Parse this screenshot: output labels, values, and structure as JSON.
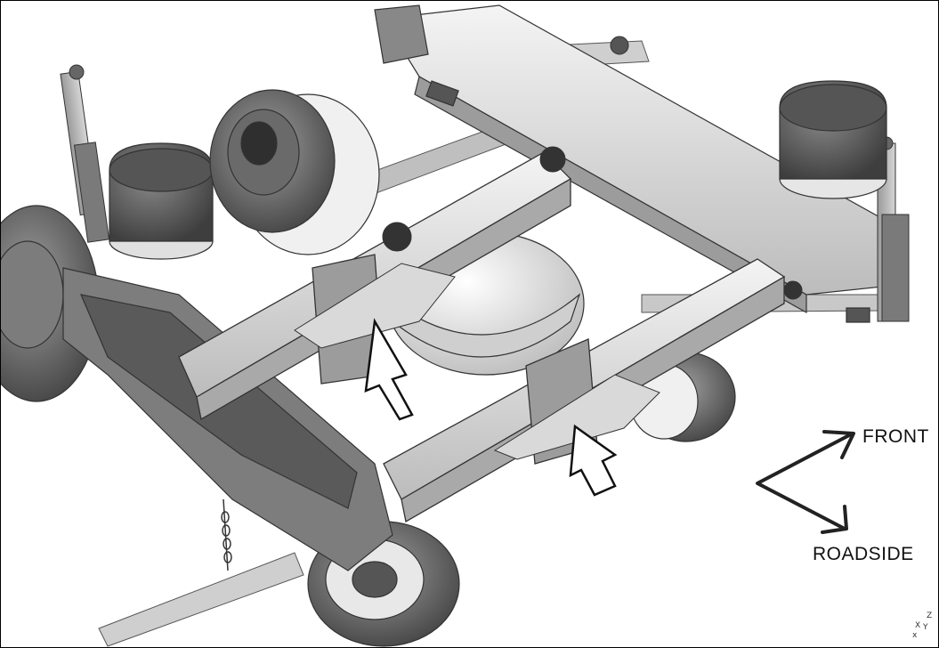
{
  "labels": {
    "front": "FRONT",
    "roadside": "ROADSIDE"
  },
  "axis_triad": {
    "z": "Z",
    "x": "X",
    "y": "Y",
    "x2": "x"
  },
  "colors": {
    "frame": "#000000",
    "metal_light": "#e6e6e6",
    "metal_mid": "#bdbdbd",
    "metal_dark": "#6e6e6e",
    "rubber": "#4a4a4a"
  }
}
